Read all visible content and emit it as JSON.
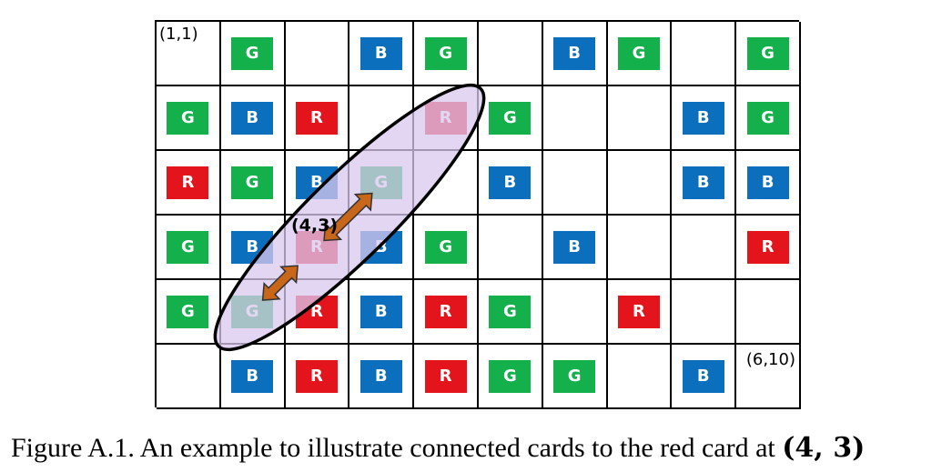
{
  "grid": {
    "rows": [
      [
        "",
        "G",
        "",
        "B",
        "G",
        "",
        "B",
        "G",
        "",
        "G"
      ],
      [
        "G",
        "B",
        "R",
        "",
        "R",
        "G",
        "",
        "",
        "B",
        "G"
      ],
      [
        "R",
        "G",
        "B",
        "G",
        "",
        "B",
        "",
        "",
        "B",
        "B"
      ],
      [
        "G",
        "B",
        "R",
        "B",
        "G",
        "",
        "B",
        "",
        "",
        "R"
      ],
      [
        "G",
        "G",
        "R",
        "B",
        "R",
        "G",
        "",
        "R",
        "",
        ""
      ],
      [
        "",
        "B",
        "R",
        "B",
        "R",
        "G",
        "G",
        "",
        "B",
        ""
      ]
    ],
    "corner_top_left": "(1,1)",
    "corner_bottom_right": "(6,10)"
  },
  "colors": {
    "G": "#13b04c",
    "B": "#0b6fbd",
    "R": "#e4141d",
    "ellipse_fill": "#d9c8ef",
    "arrow": "#c8661a"
  },
  "highlight": {
    "label": "(4,3)"
  },
  "caption": {
    "text": "Figure A.1. An example to illustrate connected cards to the red card at ",
    "math": "(4, 3)"
  }
}
